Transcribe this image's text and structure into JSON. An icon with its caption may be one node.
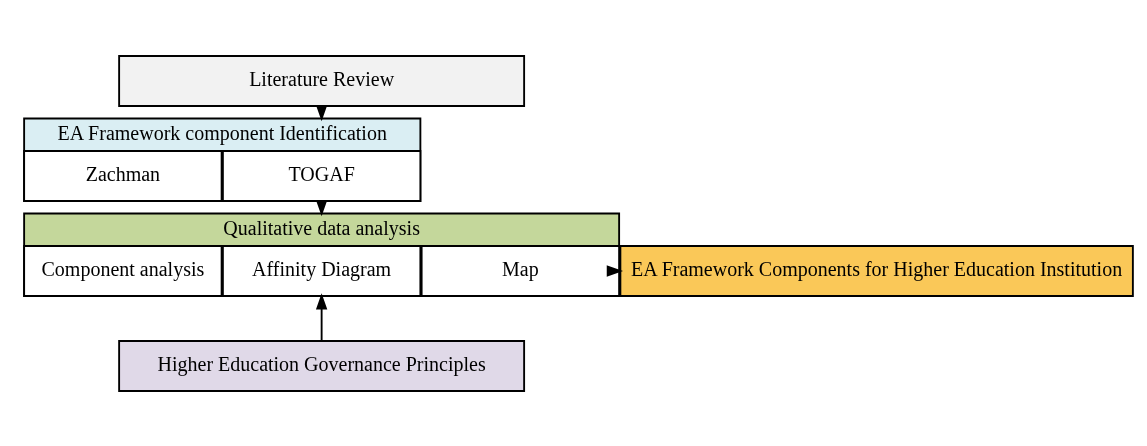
{
  "diagram": {
    "nodes": [
      {
        "text": [
          "Literature Review"
        ]
      },
      {
        "text": [
          "EA Framework component Identification"
        ]
      },
      {
        "text": [
          "Zachman"
        ],
        "in": 1
      },
      {
        "text": [
          "TOGAF"
        ],
        "in": 1
      },
      {
        "text": [
          "Qualitative data analysis"
        ]
      },
      {
        "text": [
          "Component analysis"
        ],
        "in": 4
      },
      {
        "text": [
          "Affinity Diagram"
        ],
        "in": 4
      },
      {
        "text": [
          "Map"
        ],
        "in": 4
      },
      {
        "text": [
          "EA Framework Components for Higher Education Institution"
        ]
      },
      {
        "text": [
          "Higher Education Governance Principles"
        ]
      }
    ],
    "edges": [
      {
        "from": 0,
        "to": 1,
        "arrow": "to"
      },
      {
        "from": 1,
        "to": 4,
        "arrow": "to"
      },
      {
        "from": 4,
        "to": 8,
        "arrow": "to"
      },
      {
        "from": 9,
        "to": 4,
        "arrow": "to"
      }
    ]
  }
}
